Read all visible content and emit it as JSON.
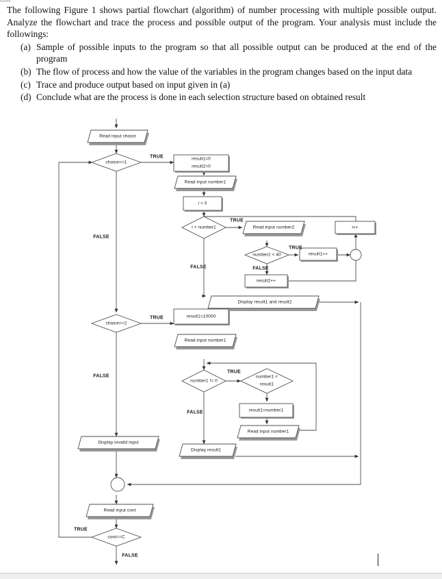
{
  "question": {
    "intro": "The following Figure 1 shows partial flowchart (algorithm) of number processing with multiple possible output. Analyze the flowchart and trace the process and possible output of the program. Your analysis must include the followings:",
    "items": [
      {
        "mark": "(a)",
        "text": "Sample of possible inputs to the program so that all possible output can be produced at the end of the program"
      },
      {
        "mark": "(b)",
        "text": "The flow of process and how the value of the variables in the program changes based on the input data"
      },
      {
        "mark": "(c)",
        "text": "Trace and produce output based on input given in (a)"
      },
      {
        "mark": "(d)",
        "text": "Conclude what are the process is done in each selection structure based on obtained result"
      }
    ]
  },
  "flowchart": {
    "nodes": {
      "read_choice": "Read input choice",
      "choice1": "choice==1",
      "init_results": "result1=0\nresult2=0",
      "read_number1_a": "Read input number1",
      "i_init": "i = 0",
      "i_lt_number1": "i < number1",
      "read_number2": "Read input number2",
      "number2_lt_40": "number2 < 40",
      "result1_inc": "result1++",
      "result2_inc": "result2++",
      "i_inc": "i++",
      "display_both": "Display result1 and result2",
      "choice2": "choice==2",
      "result1_10000": "result1=10000",
      "read_number1_b": "Read input number1",
      "number1_ne_0": "number1 != 0",
      "number1_lt_result1": "number1 <\nresult1",
      "assign_result1": "result1=number1",
      "read_number1_c": "Read input number1",
      "display_invalid": "Display invalid input",
      "display_result1": "Display result1",
      "read_cont": "Read input cont",
      "cont_eq_c": "cont==C"
    },
    "labels": {
      "true_choice1": "TRUE",
      "false_choice1": "FALSE",
      "true_loop": "TRUE",
      "false_loop": "FALSE",
      "true_number2": "TRUE",
      "false_number2": "FALSE",
      "true_choice2": "TRUE",
      "false_choice2": "FALSE",
      "true_number1": "TRUE",
      "false_number1": "FALSE",
      "true_cont": "TRUE",
      "false_cont": "FALSE"
    },
    "colors": {
      "stroke": "#4d4d4d",
      "shadow": "#9a9a9a",
      "text": "#1a1a1a",
      "fill": "#ffffff"
    }
  }
}
